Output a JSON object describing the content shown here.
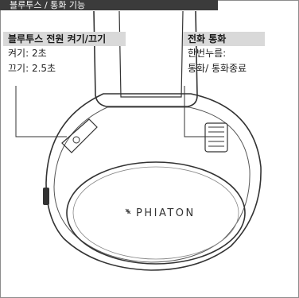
{
  "header": {
    "title": "블루투스 / 통화 기능"
  },
  "left_label": {
    "title": "블루투스 전원 켜기/끄기",
    "lines": [
      "켜기: 2초",
      "끄기: 2.5초"
    ]
  },
  "right_label": {
    "title": "전화 통화",
    "lines": [
      "한번누름:",
      "통화/ 통화종료"
    ]
  },
  "brand": {
    "logo_text": "PHIATON"
  },
  "colors": {
    "header_bg": "#3b3b3b",
    "label_bg": "#d9d9d9",
    "line": "#333333"
  }
}
